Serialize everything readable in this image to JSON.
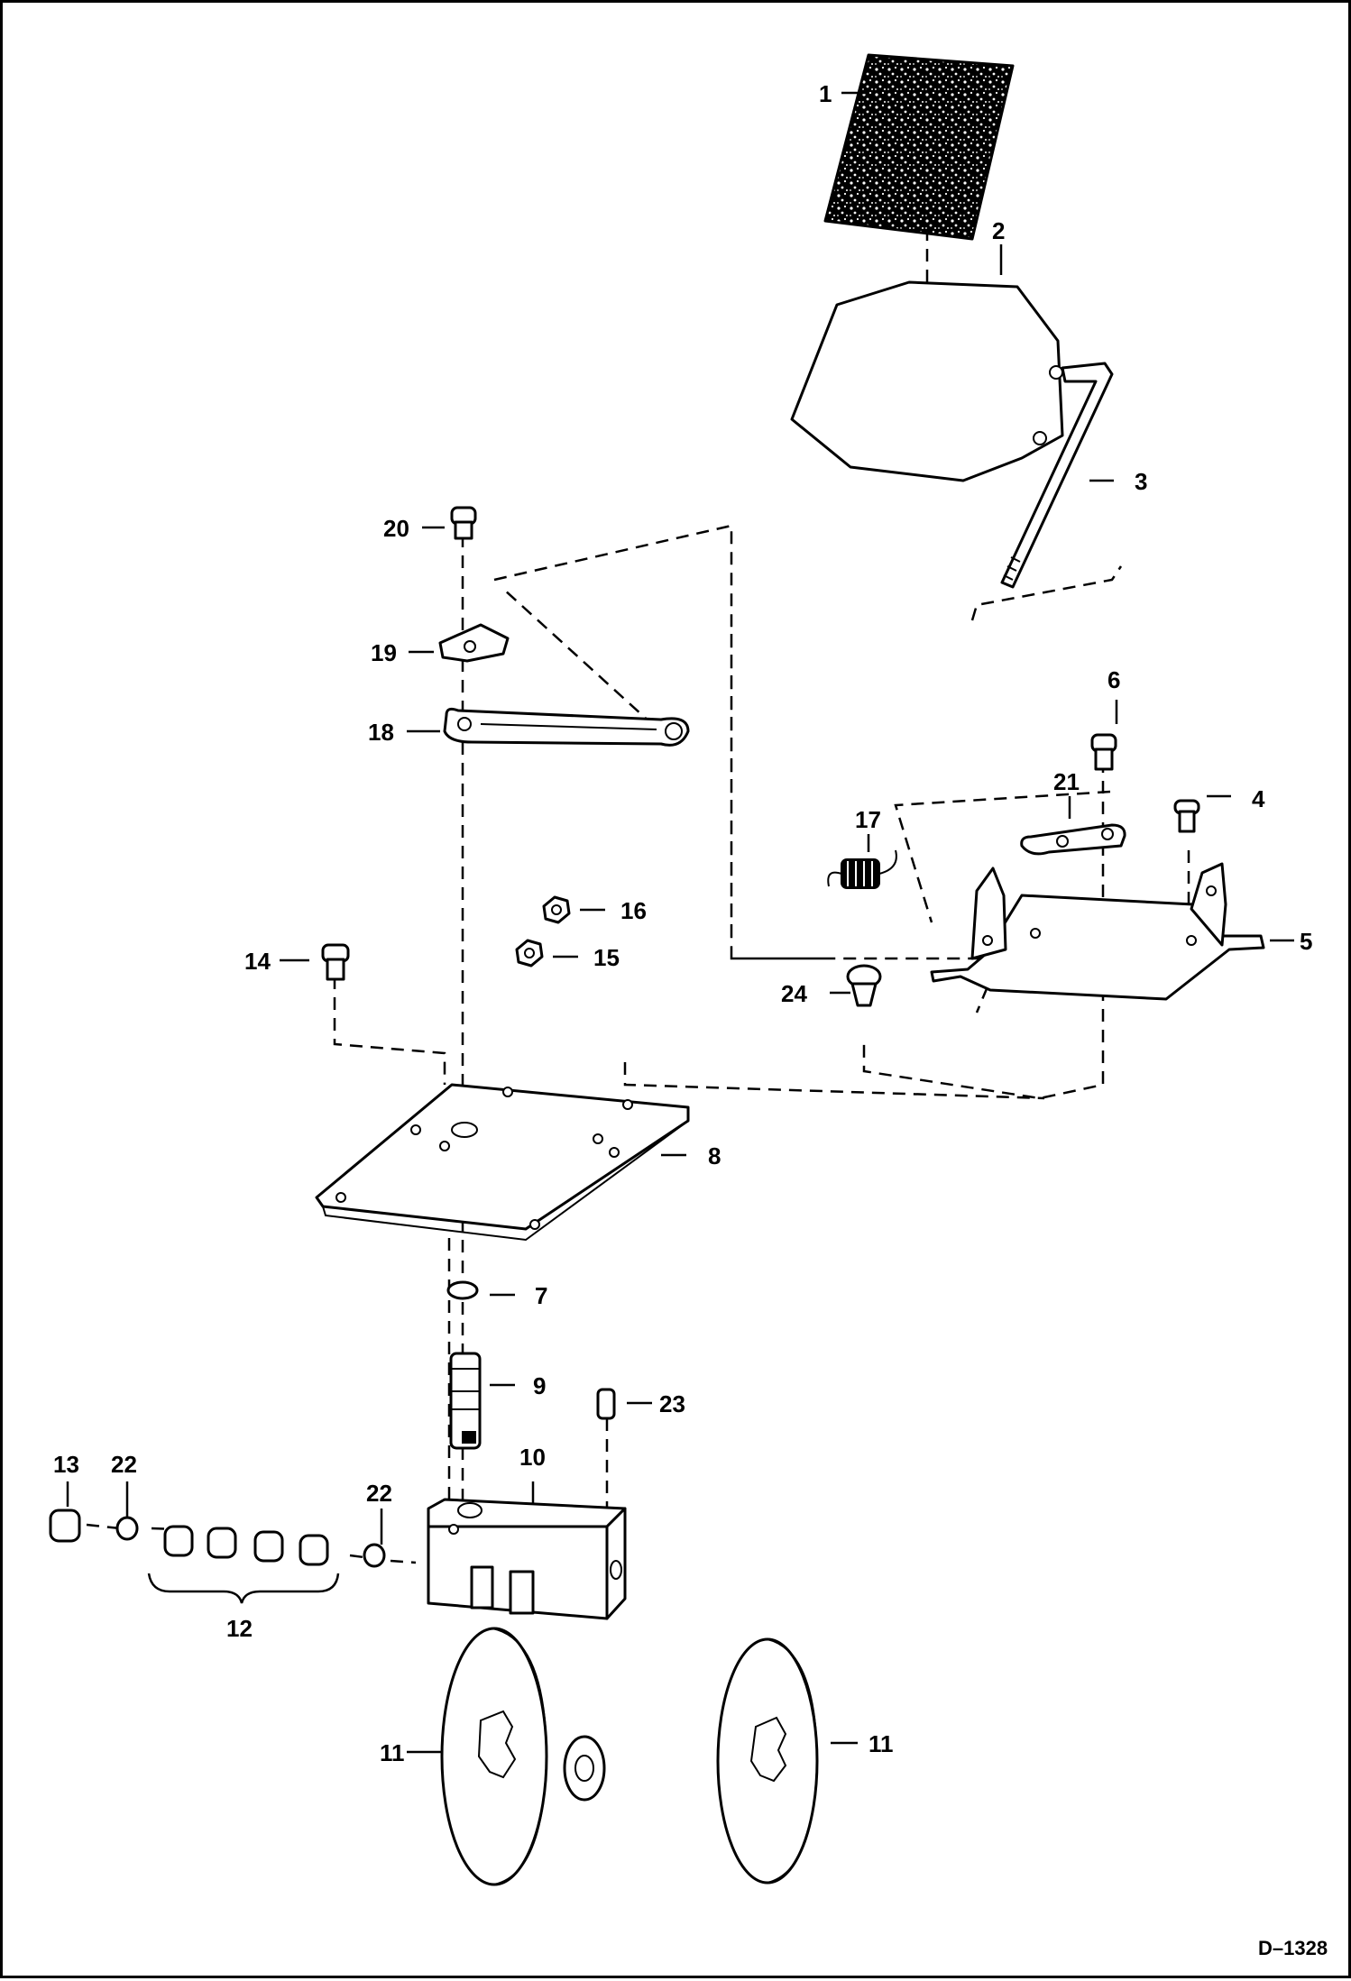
{
  "drawing": {
    "number": "D–1328",
    "callouts": [
      "1",
      "2",
      "3",
      "4",
      "5",
      "6",
      "7",
      "8",
      "9",
      "10",
      "11",
      "11",
      "12",
      "13",
      "14",
      "15",
      "16",
      "17",
      "18",
      "19",
      "20",
      "21",
      "22",
      "22",
      "23",
      "24"
    ]
  }
}
